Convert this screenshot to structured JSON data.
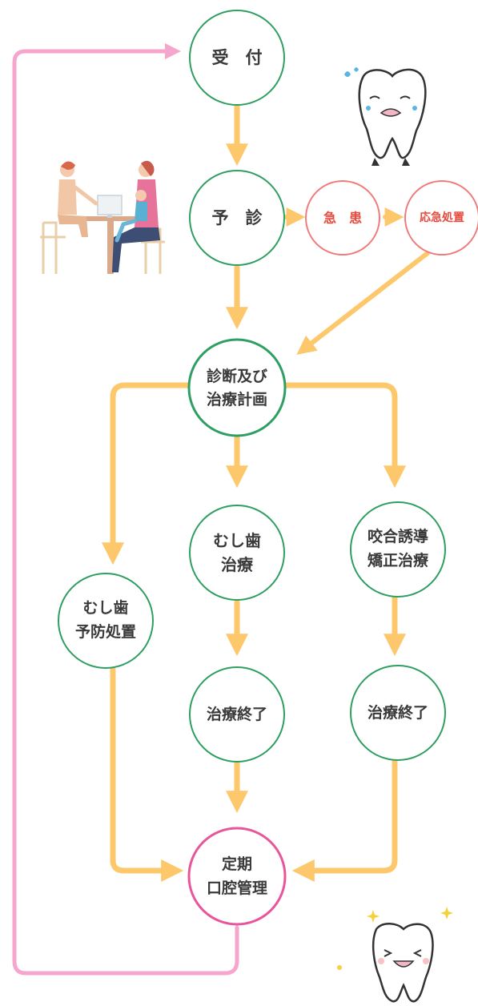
{
  "colors": {
    "arrow": "#fdc76b",
    "loop_arrow": "#f6a6cd",
    "green": "#2f9e62",
    "pink_border": "#e8559a",
    "red_border": "#ef7b7b",
    "node_text": "#3a3a3a",
    "red_text": "#e64a3c"
  },
  "nodes": {
    "reception": {
      "lines": [
        "受　付"
      ]
    },
    "pre_exam": {
      "lines": [
        "予　診"
      ]
    },
    "emergency": {
      "lines": [
        "急　患"
      ]
    },
    "first_aid": {
      "lines": [
        "応急処置"
      ]
    },
    "diagnosis": {
      "lines": [
        "診断及び",
        "治療計画"
      ]
    },
    "caries_treatment": {
      "lines": [
        "むし歯",
        "治療"
      ]
    },
    "orthodontic": {
      "lines": [
        "咬合誘導",
        "矯正治療"
      ]
    },
    "caries_prevention": {
      "lines": [
        "むし歯",
        "予防処置"
      ]
    },
    "end_caries": {
      "lines": [
        "治療終了"
      ]
    },
    "end_ortho": {
      "lines": [
        "治療終了"
      ]
    },
    "maintenance": {
      "lines": [
        "定期",
        "口腔管理"
      ]
    }
  },
  "illustrations": {
    "crying_tooth": "crying-tooth-icon",
    "happy_tooth": "happy-tooth-icon",
    "consultation": "consultation-scene-icon"
  }
}
